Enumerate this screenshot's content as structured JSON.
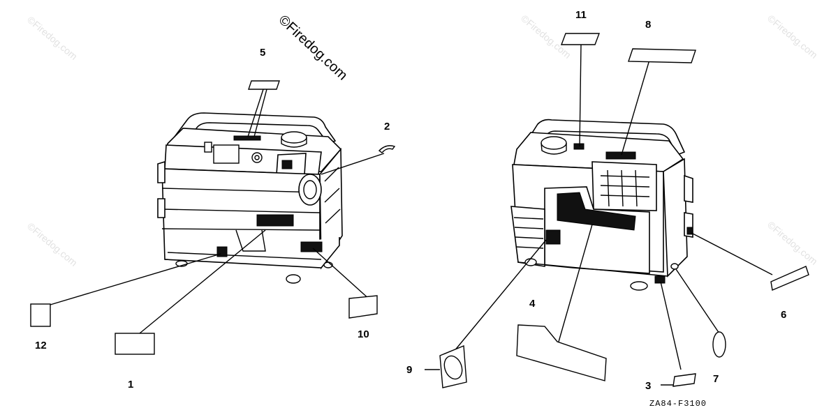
{
  "copyright": "©Firedog.com",
  "watermark": "©Firedog.com",
  "drawing_code": "ZA84-F3100",
  "callouts": {
    "c1": "1",
    "c2": "2",
    "c3": "3",
    "c4": "4",
    "c5": "5",
    "c6": "6",
    "c7": "7",
    "c8": "8",
    "c9": "9",
    "c10": "10",
    "c11": "11",
    "c12": "12"
  }
}
